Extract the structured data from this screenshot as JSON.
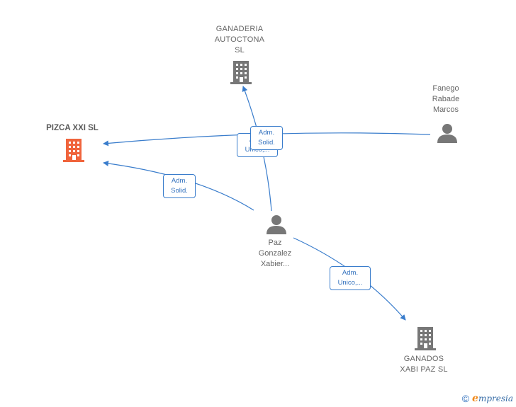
{
  "nodes": {
    "ganaderia": {
      "label": "GANADERIA\nAUTOCTONA\nSL",
      "type": "company"
    },
    "pizca": {
      "label": "PIZCA XXI  SL",
      "type": "company",
      "highlighted": true
    },
    "fanego": {
      "label": "Fanego\nRabade\nMarcos",
      "type": "person"
    },
    "paz": {
      "label": "Paz\nGonzalez\nXabier...",
      "type": "person"
    },
    "ganados": {
      "label": "GANADOS\nXABI PAZ  SL",
      "type": "company"
    }
  },
  "edge_labels": {
    "fanego_pizca": [
      "Adm.",
      "Solid."
    ],
    "paz_ganaderia": [
      "Adm.",
      "Unico,..."
    ],
    "paz_pizca": [
      "Adm.",
      "Solid."
    ],
    "paz_ganados": [
      "Adm.",
      "Unico,..."
    ]
  },
  "colors": {
    "edge": "#3a7dcc",
    "company_icon": "#777777",
    "highlight_icon": "#f0643c",
    "person_icon": "#777777"
  },
  "footer": {
    "copyright": "©",
    "brand_initial": "e",
    "brand_rest": "mpresia"
  }
}
